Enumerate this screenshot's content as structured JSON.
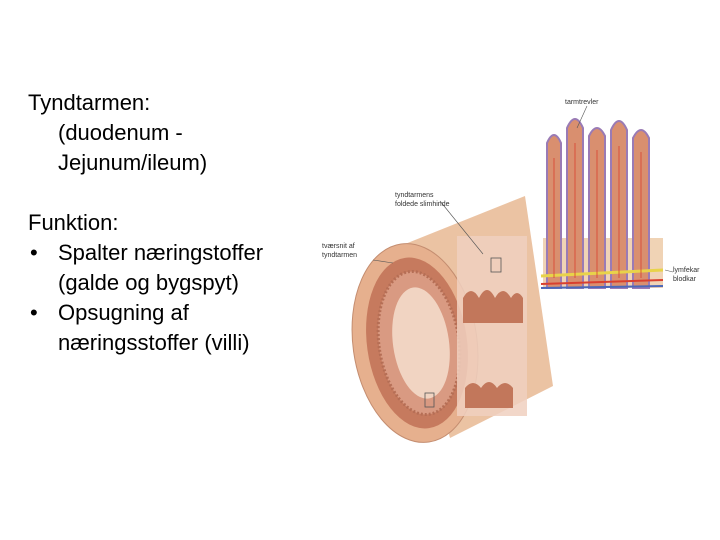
{
  "slide": {
    "title_lines": [
      "Tyndtarmen:",
      "(duodenum -",
      "Jejunum/ileum)"
    ],
    "function_heading": "Funktion:",
    "bullets": [
      {
        "symbol": "•",
        "lines": [
          "Spalter næringstoffer",
          "(galde og bygspyt)"
        ]
      },
      {
        "symbol": "•",
        "lines": [
          "Opsugning af",
          "næringsstoffer (villi)"
        ]
      }
    ]
  },
  "figure": {
    "labels": {
      "villi": "tarmtrevler",
      "fold_line1": "tyndtarmens",
      "fold_line2": "foldede slimhinde",
      "cross_line1": "tværsnit af",
      "cross_line2": "tyndtarmen",
      "lymph": "lymfekar",
      "blood": "blodkar"
    },
    "colors": {
      "tube_outer": "#e8b894",
      "tube_inner": "#c77f62",
      "mucosa": "#d99a82",
      "villus": "#d98f6f",
      "villus_outline": "#9a7bb5",
      "lymph_vessel": "#e8d34a",
      "blood_red": "#d9402f",
      "blood_blue": "#4b67b8"
    }
  }
}
